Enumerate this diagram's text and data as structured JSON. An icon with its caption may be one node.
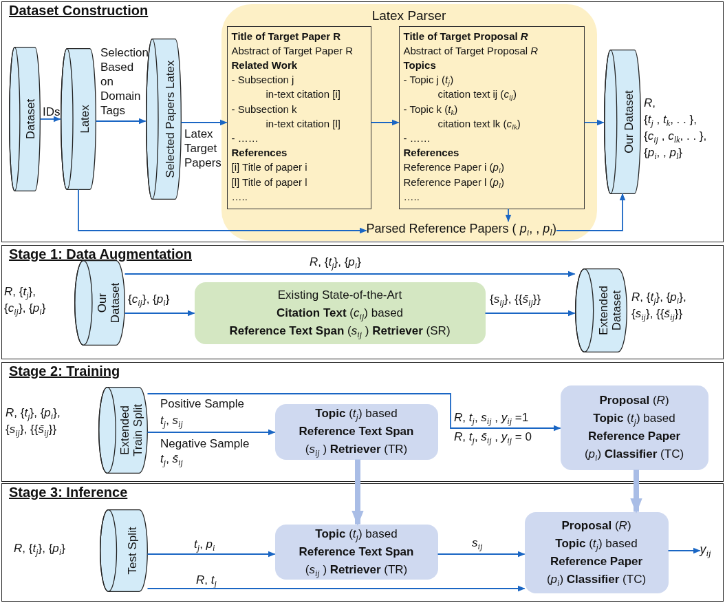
{
  "diagram": {
    "nodes": [
      {
        "text": [
          "Dataset Construction"
        ]
      },
      {
        "text": [
          "Dataset"
        ],
        "in": 0
      },
      {
        "text": [
          "Latex"
        ],
        "in": 0
      },
      {
        "text": [
          "Selected Papers Latex"
        ],
        "in": 0
      },
      {
        "text": [
          "Latex Parser"
        ],
        "in": 0
      },
      {
        "text": [
          "Title of Target Paper R",
          "Abstract of Target Paper R",
          "Related Work",
          "- Subsection j",
          "in-text citation [i]",
          "- Subsection k",
          "in-text citation [l]",
          "- ……",
          "References",
          "[i] Title of paper i",
          "[l] Title of paper l",
          "….."
        ],
        "in": 4
      },
      {
        "text": [
          "Title of Target Proposal *R*",
          "Abstract of Target Proposal *R*",
          "Topics",
          "- Topic j (*t*$_{j}$)",
          "citation text ij (*c*$_{ij}$)",
          "- Topic k (*t*$_{k}$)",
          "citation text lk (*c*$_{lk}$)",
          "- ……",
          "References",
          "Reference Paper i (*p*$_{i}$)",
          "Reference Paper l (*p*$_{l}$)",
          "….."
        ],
        "in": 4
      },
      {
        "text": [
          "Parsed Reference Papers ( *p*$_{i}$, , *p*$_{l}$)"
        ],
        "in": 4
      },
      {
        "text": [
          "Our Dataset"
        ],
        "in": 0,
        "beside": [
          "*R*,",
          "{*t*$_{j}$ , *t*$_{k}$, . . },",
          "{*c*$_{ij}$ , *c*$_{lk}$, . . },",
          "{*p*$_{i}$, , *p*$_{l}$}"
        ]
      },
      {
        "text": [
          "Stage 1: Data Augmentation"
        ]
      },
      {
        "text": [
          "Our Dataset"
        ],
        "in": 9,
        "beside": [
          "*R*, {*t*$_{j}$},",
          "{*c*$_{ij}$}, {*p*$_{i}$}"
        ]
      },
      {
        "text": [
          "Existing  State-of-the-Art",
          "**Citation Text** (*c*$_{ij}$) based",
          "**Reference Text Span** (*s*$_{ij}$ ) **Retriever** (SR)"
        ],
        "in": 9
      },
      {
        "text": [
          "Extended Dataset"
        ],
        "in": 9,
        "beside": [
          "*R*, {*t*$_{j}$}, {*p*$_{i}$},",
          "{*s*$_{ij}$}, {{*s̄*$_{ij}$}}"
        ]
      },
      {
        "text": [
          "Stage 2: Training"
        ]
      },
      {
        "text": [
          "Extended Train Split"
        ],
        "in": 13,
        "beside": [
          "*R*, {*t*$_{j}$}, {*p*$_{i}$},",
          "{*s*$_{ij}$}, {{*s̄*$_{ij}$}}"
        ]
      },
      {
        "text": [
          "**Topic** (*t*$_{j}$) based",
          "Reference Text Span",
          "(*s*$_{ij}$ ) **Retriever** (TR)"
        ],
        "in": 13
      },
      {
        "text": [
          "**Proposal** (*R*)",
          "**Topic** (*t*$_{j}$) based",
          "Reference Paper",
          "(*p*$_{i}$) **Classifier** (TC)"
        ],
        "in": 13
      },
      {
        "text": [
          "Stage 3: Inference"
        ]
      },
      {
        "text": [
          "Test Split"
        ],
        "in": 17,
        "beside": [
          "*R*, {*t*$_{j}$}, {*p*$_{i}$}"
        ]
      },
      {
        "text": [
          "**Topic** (*t*$_{j}$) based",
          "Reference Text Span",
          "(*s*$_{ij}$ ) **Retriever** (TR)"
        ],
        "in": 17
      },
      {
        "text": [
          "**Proposal** (*R*)",
          "**Topic** (*t*$_{j}$) based",
          "Reference Paper",
          "(*p*$_{i}$) **Classifier** (TC)"
        ],
        "in": 17
      },
      {
        "text": [
          "*y*$_{ij}$"
        ],
        "in": 17
      }
    ],
    "edges": [
      {
        "from": 1,
        "to": 2,
        "arrow": "to",
        "label": "IDs"
      },
      {
        "from": 2,
        "to": 3,
        "arrow": "to",
        "label": "Selection Based on Domain Tags"
      },
      {
        "from": 3,
        "to": 5,
        "arrow": "to",
        "label": "Latex Target Papers"
      },
      {
        "from": 5,
        "to": 6,
        "arrow": "to"
      },
      {
        "from": 6,
        "to": 8,
        "arrow": "to"
      },
      {
        "from": 6,
        "to": 7,
        "arrow": "to"
      },
      {
        "from": 2,
        "to": 7,
        "arrow": "to"
      },
      {
        "from": 7,
        "to": 8,
        "arrow": "to"
      },
      {
        "from": 10,
        "to": 12,
        "arrow": "to",
        "label": "*R*, {*t*$_{j}$}, {*p*$_{i}$}"
      },
      {
        "from": 10,
        "to": 11,
        "arrow": "to",
        "label": "{*c*$_{ij}$}, {*p*$_{i}$}"
      },
      {
        "from": 11,
        "to": 12,
        "arrow": "to",
        "label": "{*s*$_{ij}$}, {{*s̄*$_{ij}$}}"
      },
      {
        "from": 14,
        "to": 15,
        "arrow": "to"
      },
      {
        "from": 14,
        "to": 16,
        "arrow": "to"
      },
      {
        "from": 15,
        "to": 19,
        "arrow": "to",
        "style": "thick",
        "color": "#a9bde6"
      },
      {
        "from": 16,
        "to": 20,
        "arrow": "to",
        "style": "thick",
        "color": "#a9bde6"
      },
      {
        "from": 18,
        "to": 19,
        "arrow": "to",
        "label": "*t*$_{j}$, *p*$_{i}$"
      },
      {
        "from": 19,
        "to": 20,
        "arrow": "to",
        "label": "*s*$_{ij}$"
      },
      {
        "from": 18,
        "to": 20,
        "arrow": "to",
        "label": "*R*, *t*$_{j}$"
      },
      {
        "from": 20,
        "to": 21,
        "arrow": "to"
      }
    ],
    "labels": [
      "Positive Sample",
      "*t*$_{j}$, *s*$_{ij}$",
      "Negative Sample",
      "*t*$_{j}$, *s̄*$_{ij}$",
      "*R*, *t*$_{j}$, *s*$_{ij}$ , *y*$_{ij}$ =1",
      "*R*, *t*$_{j}$, *s̄*$_{ij}$ , *y*$_{ij}$ = 0"
    ]
  }
}
